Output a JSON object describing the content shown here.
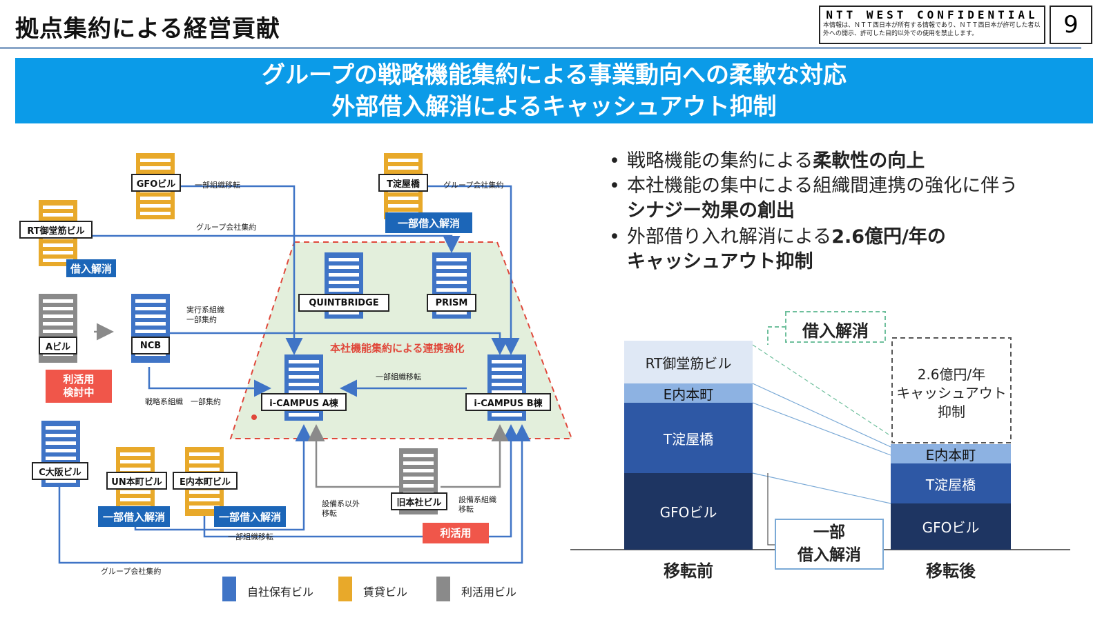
{
  "header": {
    "title": "拠点集約による経営貢献",
    "confidential": "NTT WEST CONFIDENTIAL",
    "confidential_note": "本情報は、ＮＴＴ西日本が所有する情報であり、ＮＴＴ西日本が許可した者以外への開示、許可した目的以外での使用を禁止します。",
    "page_number": "9"
  },
  "banner": {
    "line1": "グループの戦略機能集約による事業動向への柔軟な対応",
    "line2": "外部借入解消によるキャッシュアウト抑制"
  },
  "bullets": [
    {
      "pre": "戦略機能の集約による",
      "bold": "柔軟性の向上"
    },
    {
      "pre": "本社機能の集中による組織間連携の強化に伴う",
      "bold": "シナジー効果の創出"
    },
    {
      "pre": "外部借り入れ解消による",
      "bold": "2.6億円/年の",
      "bold2": "キャッシュアウト抑制"
    }
  ],
  "diagram": {
    "buildings": {
      "gfo": "GFOビル",
      "tyodo": "T淀屋橋",
      "rt": "RT御堂筋ビル",
      "a": "Aビル",
      "ncb": "NCB",
      "quint": "QUINTBRIDGE",
      "prism": "PRISM",
      "ica": "i-CAMPUS A棟",
      "icb": "i-CAMPUS B棟",
      "c": "C大阪ビル",
      "un": "UN本町ビル",
      "e": "E内本町ビル",
      "old": "旧本社ビル"
    },
    "tags": {
      "rt_release": "借入解消",
      "ty_release": "一部借入解消",
      "a_status1": "利活用",
      "a_status2": "検討中",
      "un_release": "一部借入解消",
      "e_release": "一部借入解消",
      "old_status": "利活用"
    },
    "arrows": {
      "gfo_move": "一部組織移転",
      "group_consol_top": "グループ会社集約",
      "group_consol_rt": "グループ会社集約",
      "exec": "実行系組織",
      "exec2": "一部集約",
      "strategy": "戦略系組織　一部集約",
      "partial_move_ab": "一部組織移転",
      "non_equip1": "設備系以外",
      "non_equip2": "移転",
      "equip1": "設備系組織",
      "equip2": "移転",
      "partial_move_bottom": "一部組織移転",
      "group_consol_bottom": "グループ会社集約"
    },
    "zone_label": "本社機能集約による連携強化",
    "legend": {
      "own": "自社保有ビル",
      "lease": "賃貸ビル",
      "reuse": "利活用ビル"
    }
  },
  "colors": {
    "own": "#1c66b8",
    "lease": "#e8a92a",
    "reuse": "#8a8a8a",
    "banner": "#0b9be8",
    "red": "#f0564a"
  },
  "chart_data": {
    "type": "bar",
    "categories": [
      "移転前",
      "移転後"
    ],
    "stacks": [
      {
        "category": "移転前",
        "segments": [
          "GFOビル",
          "T淀屋橋",
          "E内本町",
          "RT御堂筋ビル"
        ]
      },
      {
        "category": "移転後",
        "segments": [
          "GFOビル",
          "T淀屋橋",
          "E内本町"
        ]
      }
    ],
    "annotations": {
      "release": "借入解消",
      "partial1": "一部",
      "partial2": "借入解消",
      "saving1": "2.6億円/年",
      "saving2": "キャッシュアウト",
      "saving3": "抑制"
    }
  }
}
